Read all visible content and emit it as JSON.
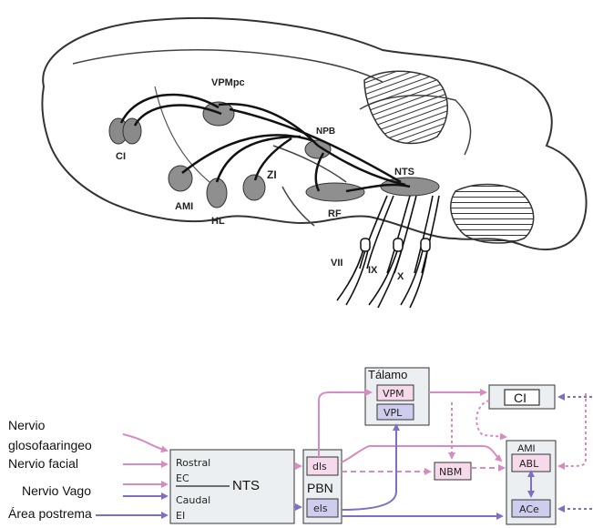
{
  "brain_labels": {
    "vpmpc": "VPMpc",
    "ci": "CI",
    "npb": "NPB",
    "nts": "NTS",
    "ami": "AMI",
    "hl": "HL",
    "zi": "ZI",
    "rf": "RF",
    "vii": "VII",
    "ix": "IX",
    "x": "X"
  },
  "flow": {
    "inputs": {
      "nervio": "Nervio",
      "glosofaringeo": "glosofaaringeo",
      "facial": "Nervio facial",
      "vago": "Nervio Vago",
      "postrema": "Área postrema"
    },
    "nts_box": {
      "rostral": "Rostral",
      "ec": "EC",
      "caudal": "Caudal",
      "ei": "EI",
      "title": "NTS"
    },
    "pbn_box": {
      "dls": "dls",
      "title": "PBN",
      "els": "els"
    },
    "talamo_box": {
      "title": "Tálamo",
      "vpm": "VPM",
      "vpl": "VPL"
    },
    "nbm_box": {
      "label": "NBM"
    },
    "ci_box": {
      "label": "CI"
    },
    "ami_box": {
      "title": "AMI",
      "abl": "ABL",
      "ace": "ACe"
    }
  },
  "colors": {
    "pink_pathway": "#d98ac0",
    "purple_pathway": "#7d6fc6",
    "pink_box": "#f6d9ea",
    "lilac_box": "#cfcdee",
    "gray_box": "#eceff1"
  }
}
